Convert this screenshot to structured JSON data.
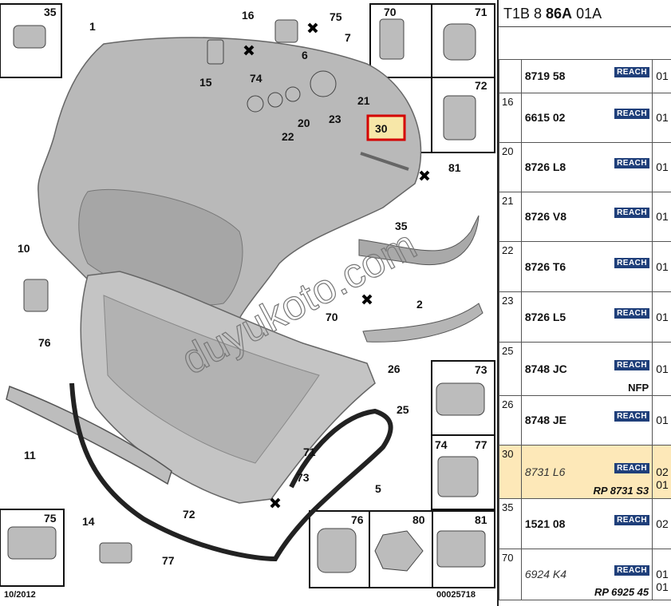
{
  "diagram": {
    "callouts": [
      "35",
      "1",
      "16",
      "75",
      "7",
      "6",
      "15",
      "74",
      "21",
      "20",
      "22",
      "23",
      "30",
      "81",
      "70",
      "71",
      "72",
      "10",
      "35",
      "2",
      "70",
      "76",
      "26",
      "25",
      "11",
      "71",
      "73",
      "5",
      "72",
      "14",
      "77",
      "75",
      "76",
      "80",
      "81",
      "73",
      "74",
      "77"
    ],
    "footer_date": "10/2012",
    "footer_code": "00025718",
    "watermark": "duyukoto.com"
  },
  "panel": {
    "head_prefix": "T1B 8 ",
    "head_bold": "86A",
    "head_suffix": " 01A",
    "badge_label": "REACH",
    "rows": [
      {
        "idx": "",
        "ref": "8719 58",
        "qty": "01",
        "italic": false,
        "sub": "",
        "qty2": ""
      },
      {
        "idx": "16",
        "ref": "6615 02",
        "qty": "01",
        "italic": false,
        "sub": "",
        "qty2": ""
      },
      {
        "idx": "20",
        "ref": "8726 L8",
        "qty": "01",
        "italic": false,
        "sub": "",
        "qty2": ""
      },
      {
        "idx": "21",
        "ref": "8726 V8",
        "qty": "01",
        "italic": false,
        "sub": "",
        "qty2": ""
      },
      {
        "idx": "22",
        "ref": "8726 T6",
        "qty": "01",
        "italic": false,
        "sub": "",
        "qty2": ""
      },
      {
        "idx": "23",
        "ref": "8726 L5",
        "qty": "01",
        "italic": false,
        "sub": "",
        "qty2": ""
      },
      {
        "idx": "25",
        "ref": "8748 JC",
        "qty": "01",
        "italic": false,
        "sub": "NFP",
        "qty2": ""
      },
      {
        "idx": "26",
        "ref": "8748 JE",
        "qty": "01",
        "italic": false,
        "sub": "",
        "qty2": ""
      },
      {
        "idx": "30",
        "ref": "8731 L6",
        "qty": "02",
        "italic": true,
        "sub": "RP 8731 S3",
        "qty2": "01"
      },
      {
        "idx": "35",
        "ref": "1521 08",
        "qty": "02",
        "italic": false,
        "sub": "",
        "qty2": ""
      },
      {
        "idx": "70",
        "ref": "6924 K4",
        "qty": "01",
        "italic": true,
        "sub": "RP 6925 45",
        "qty2": "01"
      }
    ]
  }
}
